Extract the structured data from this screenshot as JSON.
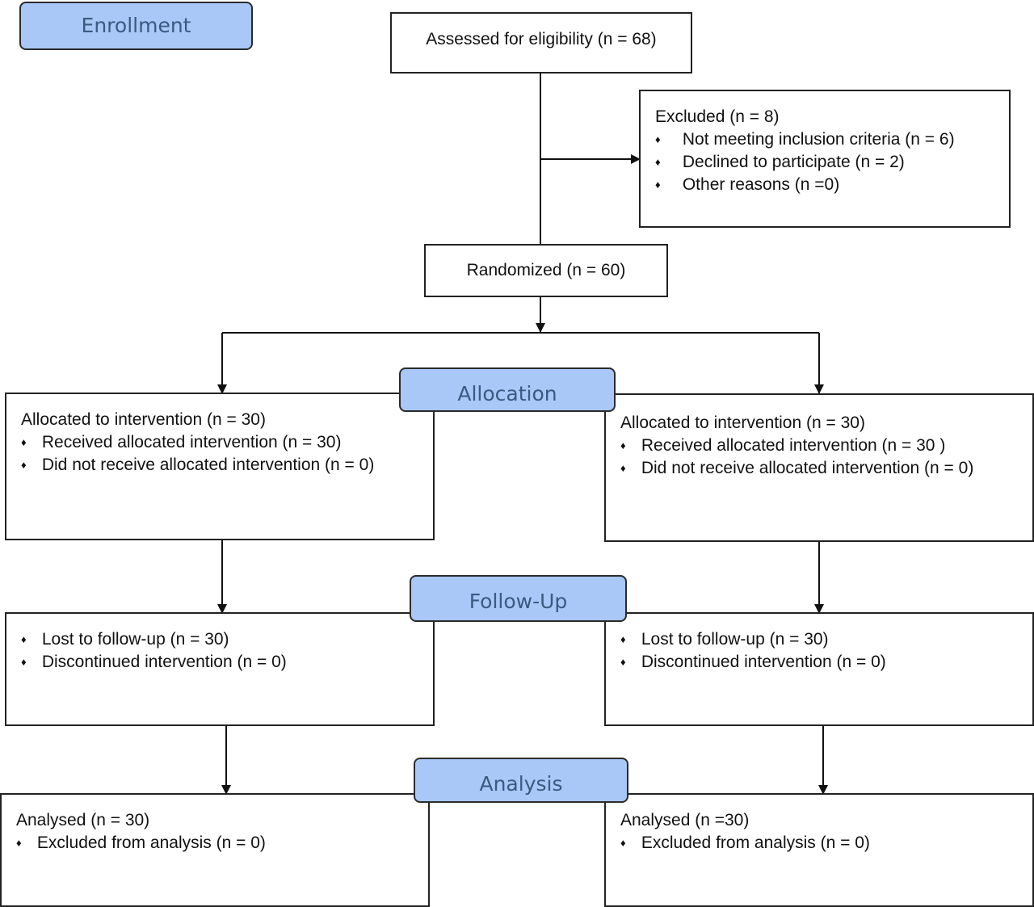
{
  "stages": {
    "enrollment": "Enrollment",
    "allocation": "Allocation",
    "follow_up": "Follow-Up",
    "analysis": "Analysis"
  },
  "bullet_glyph": "♦",
  "assessed": "Assessed for eligibility (n = 68)",
  "excluded": {
    "title": "Excluded (n = 8)",
    "items": [
      "Not meeting inclusion criteria (n = 6)",
      "Declined to participate (n = 2)",
      "Other reasons (n =0)"
    ]
  },
  "randomized": "Randomized (n = 60)",
  "allocation_left": {
    "title": "Allocated to intervention (n = 30)",
    "items": [
      "Received allocated intervention (n = 30)",
      "Did not receive allocated intervention (n = 0)"
    ]
  },
  "allocation_right": {
    "title": "Allocated to intervention (n = 30)",
    "items": [
      "Received allocated intervention (n = 30 )",
      "Did not receive allocated intervention (n = 0)"
    ]
  },
  "followup_left": {
    "items": [
      "Lost to follow-up (n = 30)",
      "Discontinued intervention (n = 0)"
    ]
  },
  "followup_right": {
    "items": [
      "Lost to follow-up (n = 30)",
      "Discontinued intervention (n = 0)"
    ]
  },
  "analysis_left": {
    "title": "Analysed (n = 30)",
    "items": [
      "Excluded from analysis (n = 0)"
    ]
  },
  "analysis_right": {
    "title": "Analysed (n =30)",
    "items": [
      "Excluded from analysis (n = 0)"
    ]
  },
  "colors": {
    "stage_fill": "#a9c8f7",
    "stage_text": "#3b5a80",
    "line": "#222222"
  }
}
